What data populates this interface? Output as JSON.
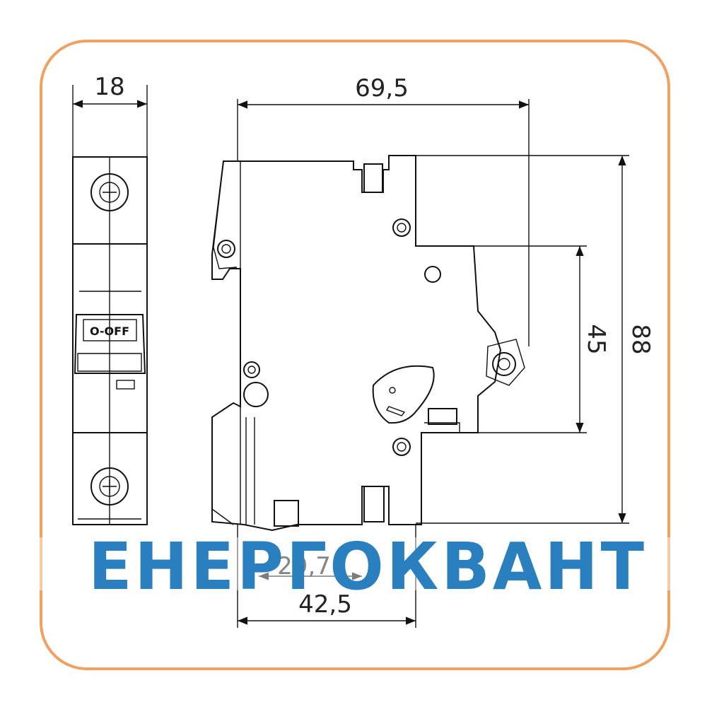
{
  "drawing": {
    "dimensions": {
      "front_width": "18",
      "side_width": "69,5",
      "overall_height": "88",
      "front_panel_height": "45",
      "bottom_width": "42,5",
      "inner_width": "29,7"
    },
    "switch_label": "O-OFF",
    "watermark": "ЕНЕРГОКВАНТ",
    "colors": {
      "frame": "#f0a060",
      "lines": "#111111",
      "watermark": "#2a7fbf"
    }
  }
}
